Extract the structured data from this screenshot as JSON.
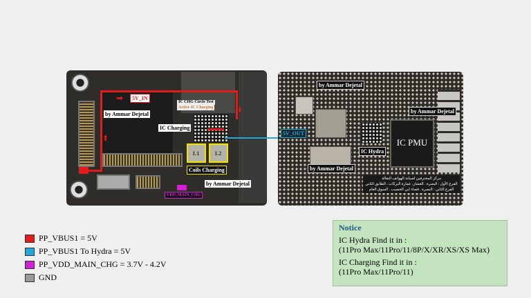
{
  "labels": {
    "five_v_in": "5V_IN",
    "watermark": "by Ammar Dejetal",
    "ic_chg_test": "IC CHG Circle Test",
    "active_ic": "Active IC Charging",
    "ic_charging": "IC Charging",
    "l1": "L1",
    "l2": "L2",
    "coils": "Coils Charging",
    "vdd": "VDD_MAIN_CHG",
    "five_v_out": "5V_OUT",
    "ic_hydra": "IC Hydra",
    "ic_pmu": "IC PMU",
    "arabic": [
      "مركز المحترفين لصيانة الهواتف النقالة",
      "الفرع الأول : البصرة . العشار، عمارة البركات . الطابق الثاني",
      "الفرع الثاني : البصرة . قضاء ابي الخصيب . السوق العام"
    ]
  },
  "legend": [
    {
      "label": "PP_VBUS1 = 5V",
      "color": "#e41b1b"
    },
    {
      "label": "PP_VBUS1 To Hydra = 5V",
      "color": "#1fa8d8"
    },
    {
      "label": "PP_VDD_MAIN_CHG = 3.7V - 4.2V",
      "color": "#d21fd2"
    },
    {
      "label": "GND",
      "color": "#999999"
    }
  ],
  "notice": {
    "title": "Notice",
    "hydra_heading": "IC Hydra Find it in :",
    "hydra_models": "(11Pro Max/11Pro/11/8P/X/XR/XS/XS Max)",
    "charging_heading": "IC Charging Find it in :",
    "charging_models": "(11Pro Max/11Pro/11)"
  }
}
